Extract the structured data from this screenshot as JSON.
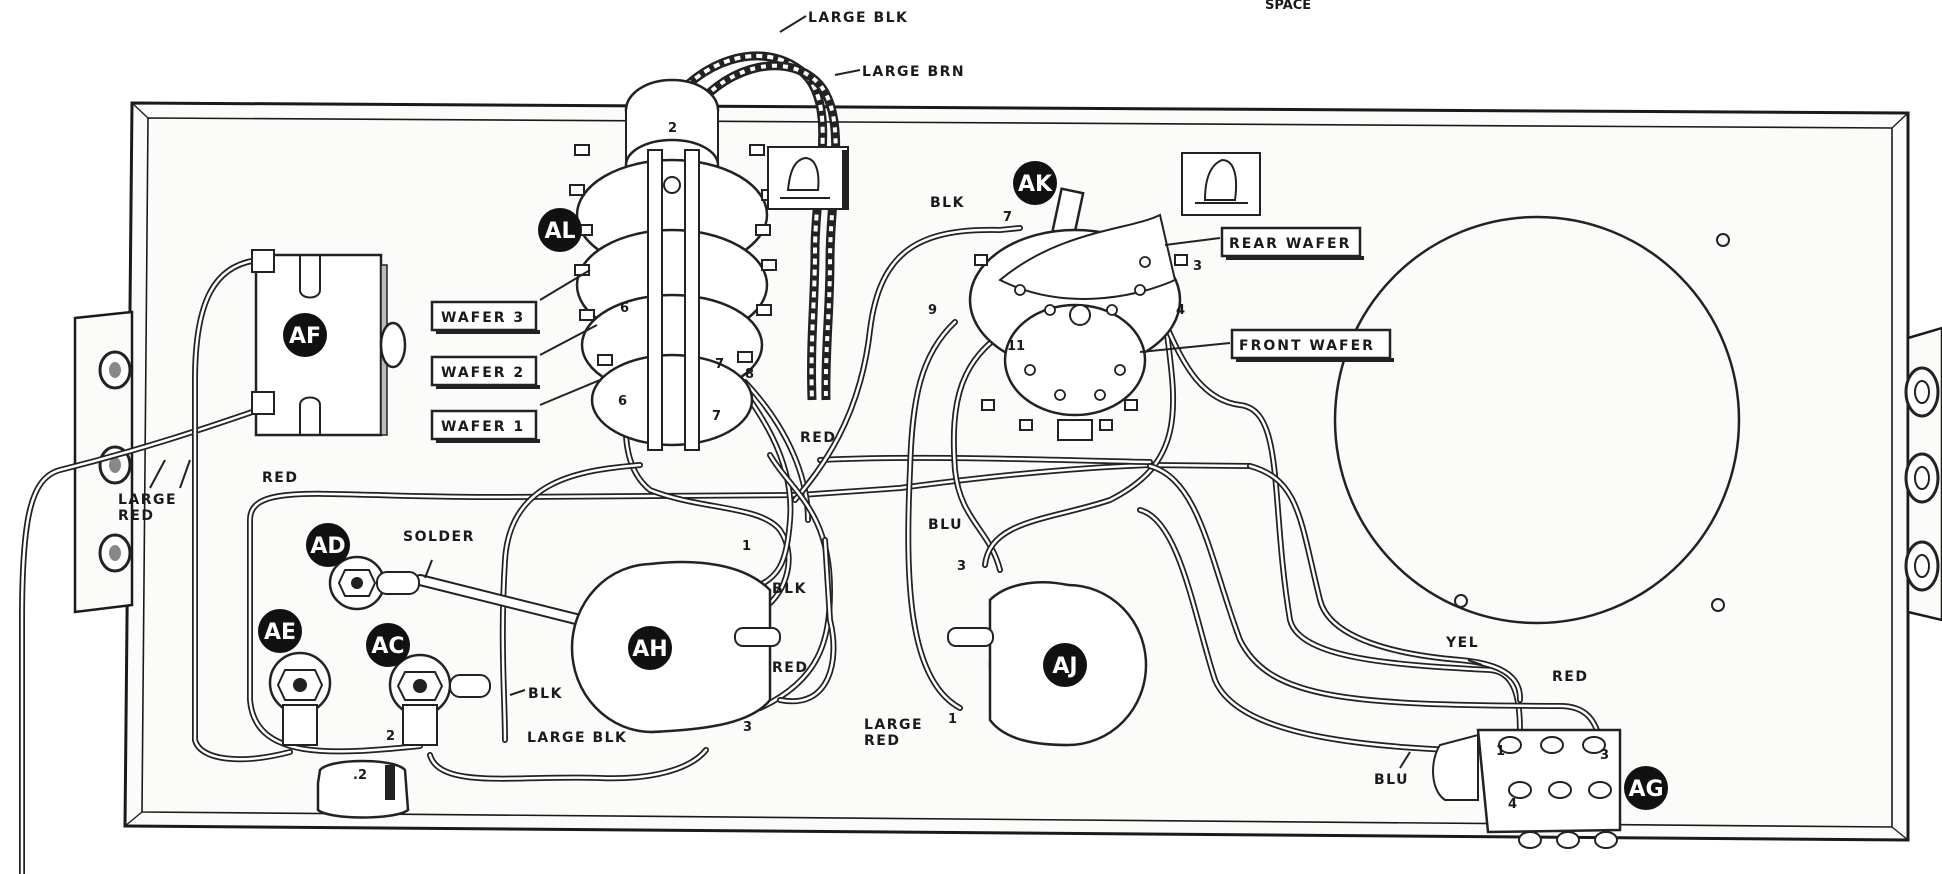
{
  "header": {
    "space_label": "SPACE"
  },
  "wire_labels": {
    "large_blk_top": "LARGE BLK",
    "large_brn": "LARGE BRN",
    "blk_switch": "BLK",
    "red_center": "RED",
    "red_left": "RED",
    "large_red_left": "LARGE\nRED",
    "solder": "SOLDER",
    "blk_ah": "BLK",
    "red_ah": "RED",
    "blk_ac": "BLK",
    "large_blk_bottom": "LARGE BLK",
    "blu_aj": "BLU",
    "large_red_aj": "LARGE\nRED",
    "yel": "YEL",
    "red_ag": "RED",
    "blu_ag": "BLU"
  },
  "tags": {
    "wafer3": "WAFER 3",
    "wafer2": "WAFER 2",
    "wafer1": "WAFER 1",
    "rear_wafer": "REAR WAFER",
    "front_wafer": "FRONT WAFER"
  },
  "components": {
    "AF": "AF",
    "AL": "AL",
    "AK": "AK",
    "AD": "AD",
    "AE": "AE",
    "AC": "AC",
    "AH": "AH",
    "AJ": "AJ",
    "AG": "AG"
  },
  "terminal_numbers": {
    "al_2": "2",
    "al_6a": "6",
    "al_6b": "6",
    "al_7a": "7",
    "al_8": "8",
    "al_7b": "7",
    "ak_7": "7",
    "ak_3": "3",
    "ak_9": "9",
    "ak_4": "4",
    "ak_11": "11",
    "ah_1": "1",
    "ah_3": "3",
    "aj_3": "3",
    "aj_1": "1",
    "ac_2": "2",
    "ag_1": "1",
    "ag_3": "3",
    "ag_4": "4",
    "plug_2": ".2"
  },
  "icon_names": [
    "hand-solder-icon",
    "hand-solder-icon"
  ]
}
